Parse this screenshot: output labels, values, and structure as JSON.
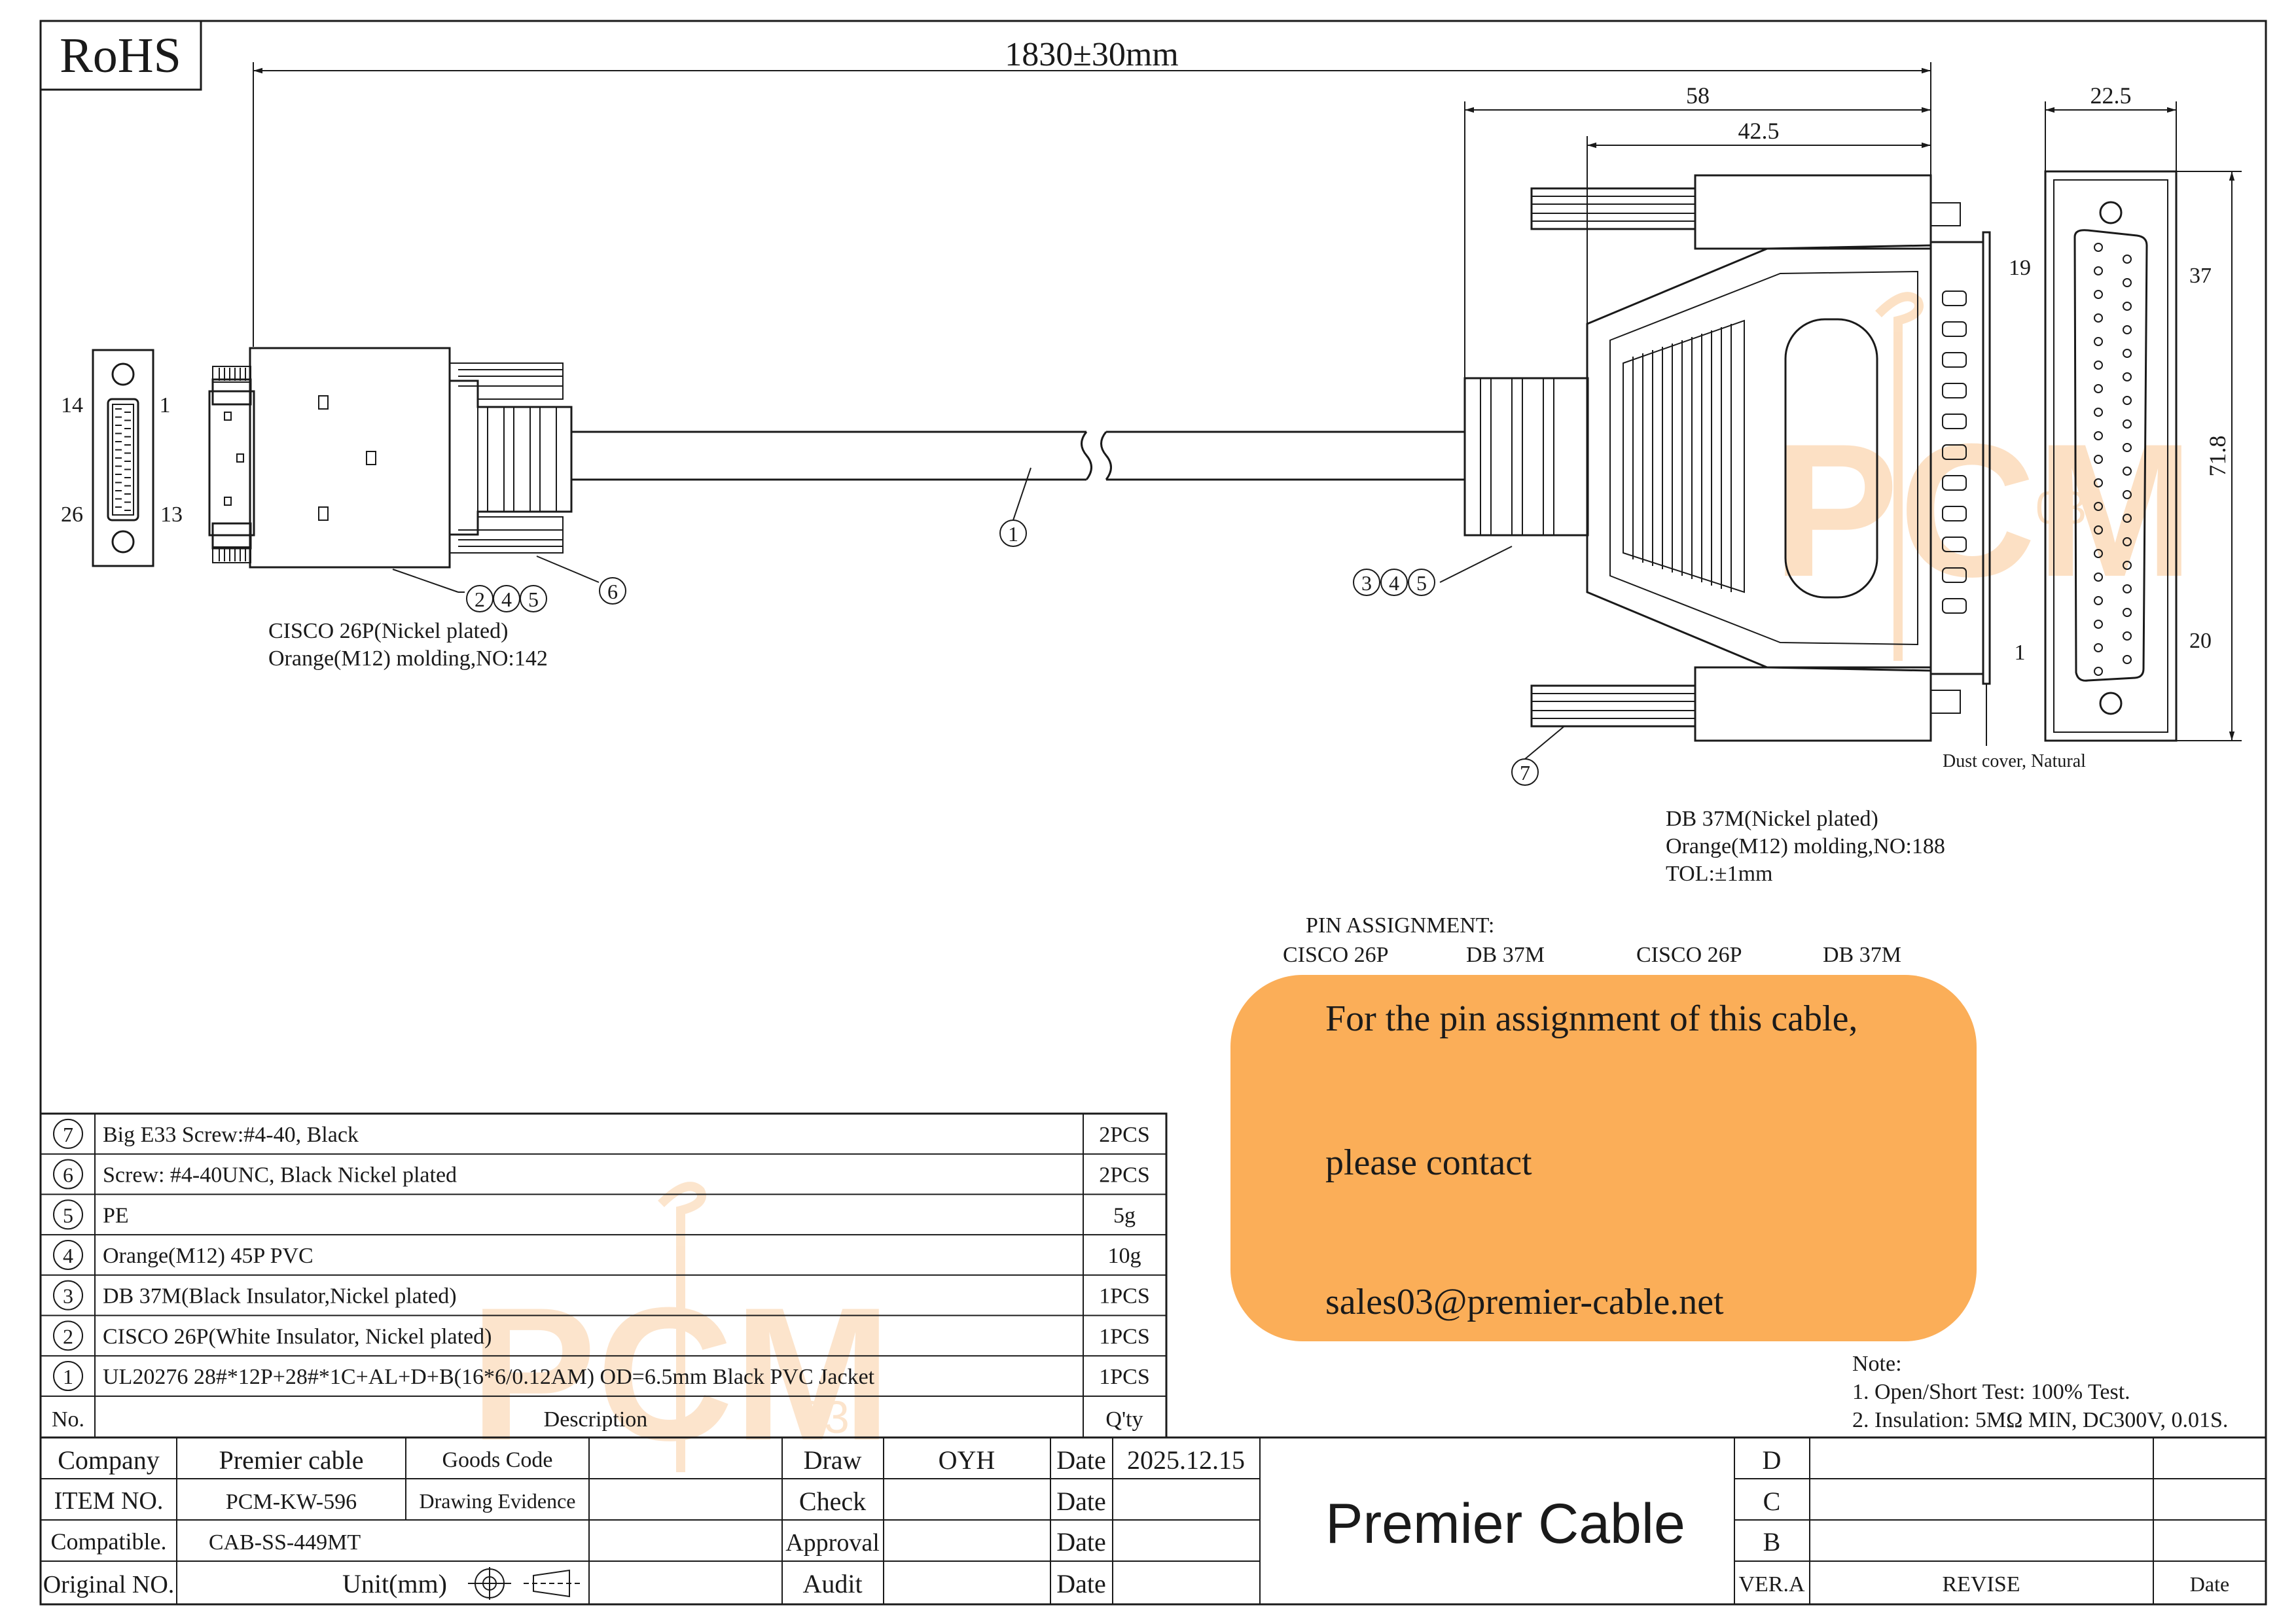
{
  "header": {
    "rohs": "RoHS"
  },
  "dims": {
    "overall_length": "1830±30mm",
    "d58": "58",
    "d42_5": "42.5",
    "d22_5": "22.5",
    "d71_8": "71.8"
  },
  "cisco_pins": {
    "p14": "14",
    "p1": "1",
    "p26": "26",
    "p13": "13"
  },
  "db_pins": {
    "p19": "19",
    "p37": "37",
    "p1": "1",
    "p20": "20"
  },
  "callouts": {
    "c1": "1",
    "c2": "2",
    "c3": "3",
    "c4": "4",
    "c5": "5",
    "c6": "6",
    "c7": "7"
  },
  "left_connector": {
    "line1": "CISCO 26P(Nickel plated)",
    "line2": "Orange(M12) molding,NO:142"
  },
  "right_connector": {
    "line1": "DB 37M(Nickel plated)",
    "line2": "Orange(M12) molding,NO:188",
    "line3": "TOL:±1mm"
  },
  "dust_cover": "Dust cover, Natural",
  "watermark": {
    "text": "PCM",
    "sub": "03"
  },
  "pin_assignment": {
    "title": "PIN ASSIGNMENT:",
    "cols": [
      "CISCO 26P",
      "DB 37M",
      "CISCO 26P",
      "DB 37M"
    ],
    "notice_line1": "For the pin assignment of this cable,",
    "notice_line2": "please contact",
    "notice_line3": "sales03@premier-cable.net"
  },
  "bom": {
    "header": {
      "no": "No.",
      "desc": "Description",
      "qty": "Q'ty"
    },
    "rows": [
      {
        "no": "7",
        "desc": "Big E33 Screw:#4-40, Black",
        "qty": "2PCS"
      },
      {
        "no": "6",
        "desc": "Screw: #4-40UNC, Black Nickel plated",
        "qty": "2PCS"
      },
      {
        "no": "5",
        "desc": "PE",
        "qty": "5g"
      },
      {
        "no": "4",
        "desc": "Orange(M12) 45P PVC",
        "qty": "10g"
      },
      {
        "no": "3",
        "desc": "DB 37M(Black Insulator,Nickel plated)",
        "qty": "1PCS"
      },
      {
        "no": "2",
        "desc": "CISCO 26P(White Insulator, Nickel plated)",
        "qty": "1PCS"
      },
      {
        "no": "1",
        "desc": "UL20276 28#*12P+28#*1C+AL+D+B(16*6/0.12AM) OD=6.5mm Black PVC Jacket",
        "qty": "1PCS"
      }
    ]
  },
  "notes": {
    "title": "Note:",
    "n1": "1. Open/Short Test: 100% Test.",
    "n2": "2. Insulation: 5MΩ  MIN, DC300V, 0.01S."
  },
  "title_block": {
    "company_label": "Company",
    "company_value": "Premier cable",
    "goods_code_label": "Goods Code",
    "item_label": "ITEM NO.",
    "item_value": "PCM-KW-596",
    "evidence_label": "Drawing Evidence",
    "compat_label": "Compatible.",
    "compat_value": "CAB-SS-449MT",
    "original_label": "Original NO.",
    "unit_label": "Unit(mm)",
    "draw_label": "Draw",
    "draw_value": "OYH",
    "check_label": "Check",
    "approval_label": "Approval",
    "audit_label": "Audit",
    "date_label": "Date",
    "date_value": "2025.12.15",
    "brand": "Premier Cable",
    "rev_d": "D",
    "rev_c": "C",
    "rev_b": "B",
    "ver_label": "VER.A",
    "revise_label": "REVISE",
    "rev_date_label": "Date"
  }
}
